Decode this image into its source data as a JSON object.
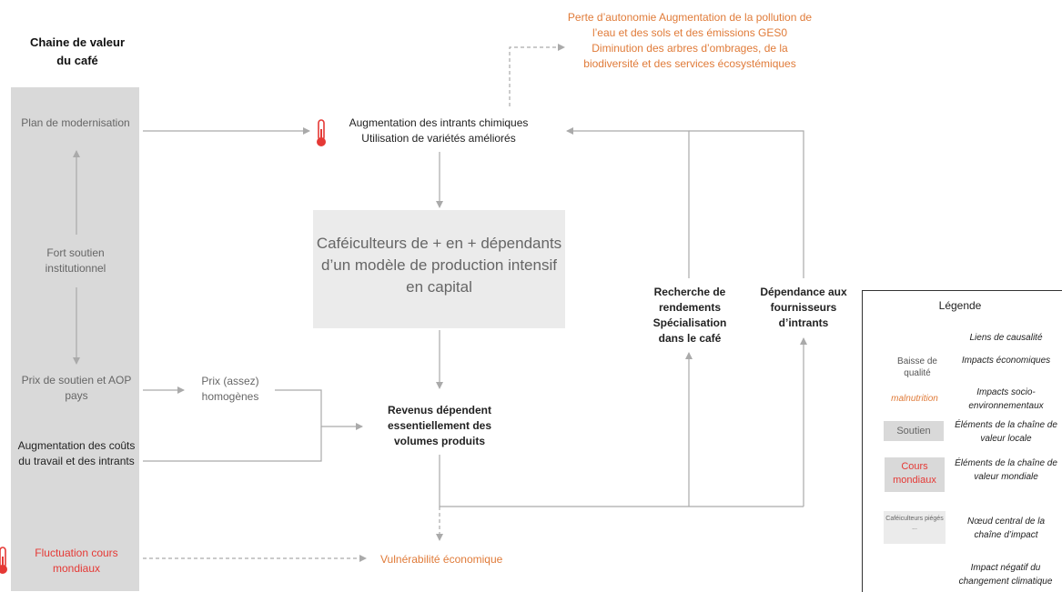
{
  "title": "Chaine de valeur du café",
  "side": {
    "plan": "Plan de modernisation",
    "fort": "Fort soutien institutionnel",
    "prix_soutien": "Prix de soutien et AOP pays",
    "augmentation_couts": "Augmentation des coûts du travail et des intrants",
    "fluctuation": "Fluctuation cours mondiaux"
  },
  "nodes": {
    "intrants": "Augmentation des intrants chimiques\nUtilisation de variétés améliorés",
    "perte": "Perte d’autonomie\nAugmentation de la pollution de l’eau et des sols et des émissions GES0\nDiminution des arbres d’ombrages, de la biodiversité et des services écosystémiques",
    "central": "Caféiculteurs de + en + dépendants d’un modèle de production intensif en capital",
    "prix_homogenes": "Prix (assez) homogènes",
    "revenus": "Revenus dépendent essentiellement des volumes produits",
    "recherche": "Recherche de rendements Spécialisation dans le café",
    "dependance": "Dépendance aux fournisseurs d’intrants",
    "vulnerabilite": "Vulnérabilité économique"
  },
  "legend": {
    "title": "Légende",
    "rows": [
      {
        "sample": "",
        "desc": "Liens de causalité"
      },
      {
        "sample": "Baisse de qualité",
        "desc": "Impacts économiques"
      },
      {
        "sample": "malnutrition",
        "desc": "Impacts socio-environnementaux"
      },
      {
        "sample": "Soutien",
        "desc": "Éléments de la chaîne de valeur locale"
      },
      {
        "sample": "Cours mondiaux",
        "desc": "Éléments de la chaîne de valeur mondiale"
      },
      {
        "sample": "Caféiculteurs piégés ...",
        "desc": "Nœud central de la chaîne d’impact"
      },
      {
        "sample": "",
        "desc": "Impact négatif du changement climatique"
      }
    ]
  },
  "colors": {
    "arrow": "#aaaaaa",
    "orange": "#e07b39",
    "red": "#e53935",
    "box": "#d9d9d9"
  },
  "icons": [
    "thermometer-icon"
  ]
}
